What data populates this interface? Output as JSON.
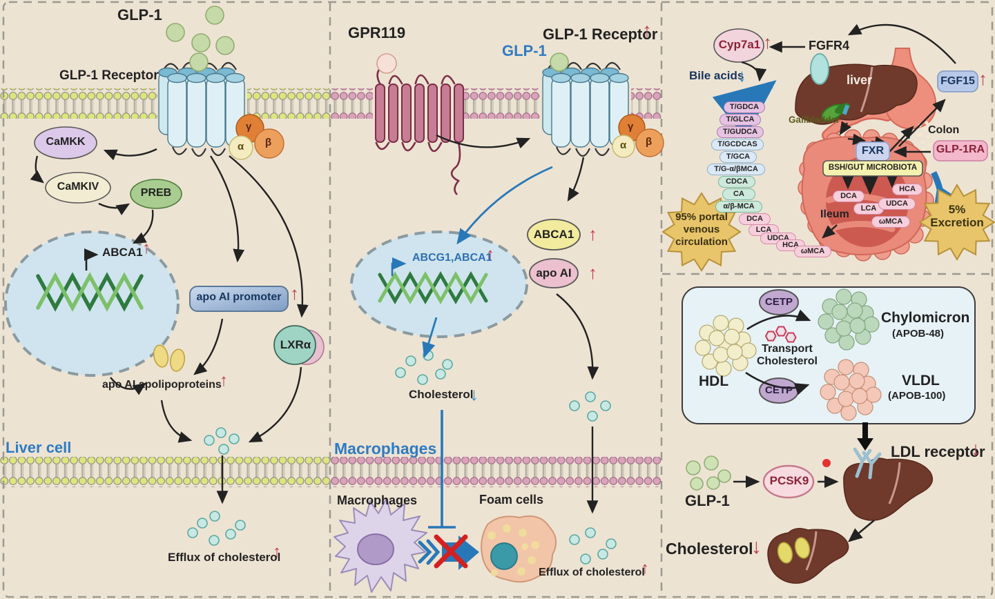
{
  "figure": {
    "left": {
      "glp1": "GLP-1",
      "receptor": "GLP-1 Receptor",
      "camkk": "CaMKK",
      "camkiv": "CaMKIV",
      "preb": "PREB",
      "abca1": "ABCA1",
      "apo_promoter": "apo AI promoter",
      "lxra": "LXRα",
      "apolipo": "apo AI  apolipoproteins",
      "cell": "Liver cell",
      "efflux": "Efflux of cholesterol",
      "alpha": "α",
      "beta": "β",
      "gamma": "γ"
    },
    "middle": {
      "gpr119": "GPR119",
      "glp1": "GLP-1",
      "receptor": "GLP-1 Receptor",
      "abcg1": "ABCG1,ABCA1",
      "abca1": "ABCA1",
      "apoai": "apo AI",
      "cholesterol": "Cholesterol",
      "macrophages_title": "Macrophages",
      "macrophages": "Macrophages",
      "foam": "Foam cells",
      "efflux": "Efflux of cholesterol",
      "alpha": "α",
      "beta": "β",
      "gamma": "γ"
    },
    "right": {
      "cyp7a1": "Cyp7a1",
      "fgfr4": "FGFR4",
      "bile_acids": "Bile acids",
      "liver": "liver",
      "gallbladder": "Gallbladder",
      "colon": "Colon",
      "fgf15": "FGF15",
      "fxr": "FXR",
      "glp1ra": "GLP-1RA",
      "bsh": "BSH/GUT MICROBIOTA",
      "ileum": "Ileum",
      "portal1": "95% portal",
      "portal2": "venous",
      "portal3": "circulation",
      "excretion1": "5%",
      "excretion2": "Excretion",
      "chain": [
        "T/GDCA",
        "T/GLCA",
        "T/GUDCA",
        "T/GCDCAS",
        "T/GCA",
        "T/G-α/βMCA",
        "CDCA",
        "CA",
        "α/β-MCA",
        "DCA",
        "LCA",
        "UDCA",
        "HCA",
        "ωMCA"
      ],
      "gut": [
        "DCA",
        "LCA",
        "UDCA",
        "ωMCA",
        "HCA"
      ],
      "cetp": "CETP",
      "hdl": "HDL",
      "transport1": "Transport",
      "transport2": "Cholesterol",
      "chylomicron": "Chylomicron",
      "apob48": "(APOB-48)",
      "vldl": "VLDL",
      "apob100": "(APOB-100)",
      "ldl_receptor": "LDL receptor",
      "pcsk9": "PCSK9",
      "glp1": "GLP-1",
      "cholesterol": "Cholesterol"
    },
    "glyphs": {
      "up": "↑",
      "down": "↓"
    },
    "colors": {
      "up_red": "#c23a50",
      "down_blue": "#3d8ec9",
      "heading_blue": "#2f7bc2",
      "background": "#ede3d3"
    }
  }
}
